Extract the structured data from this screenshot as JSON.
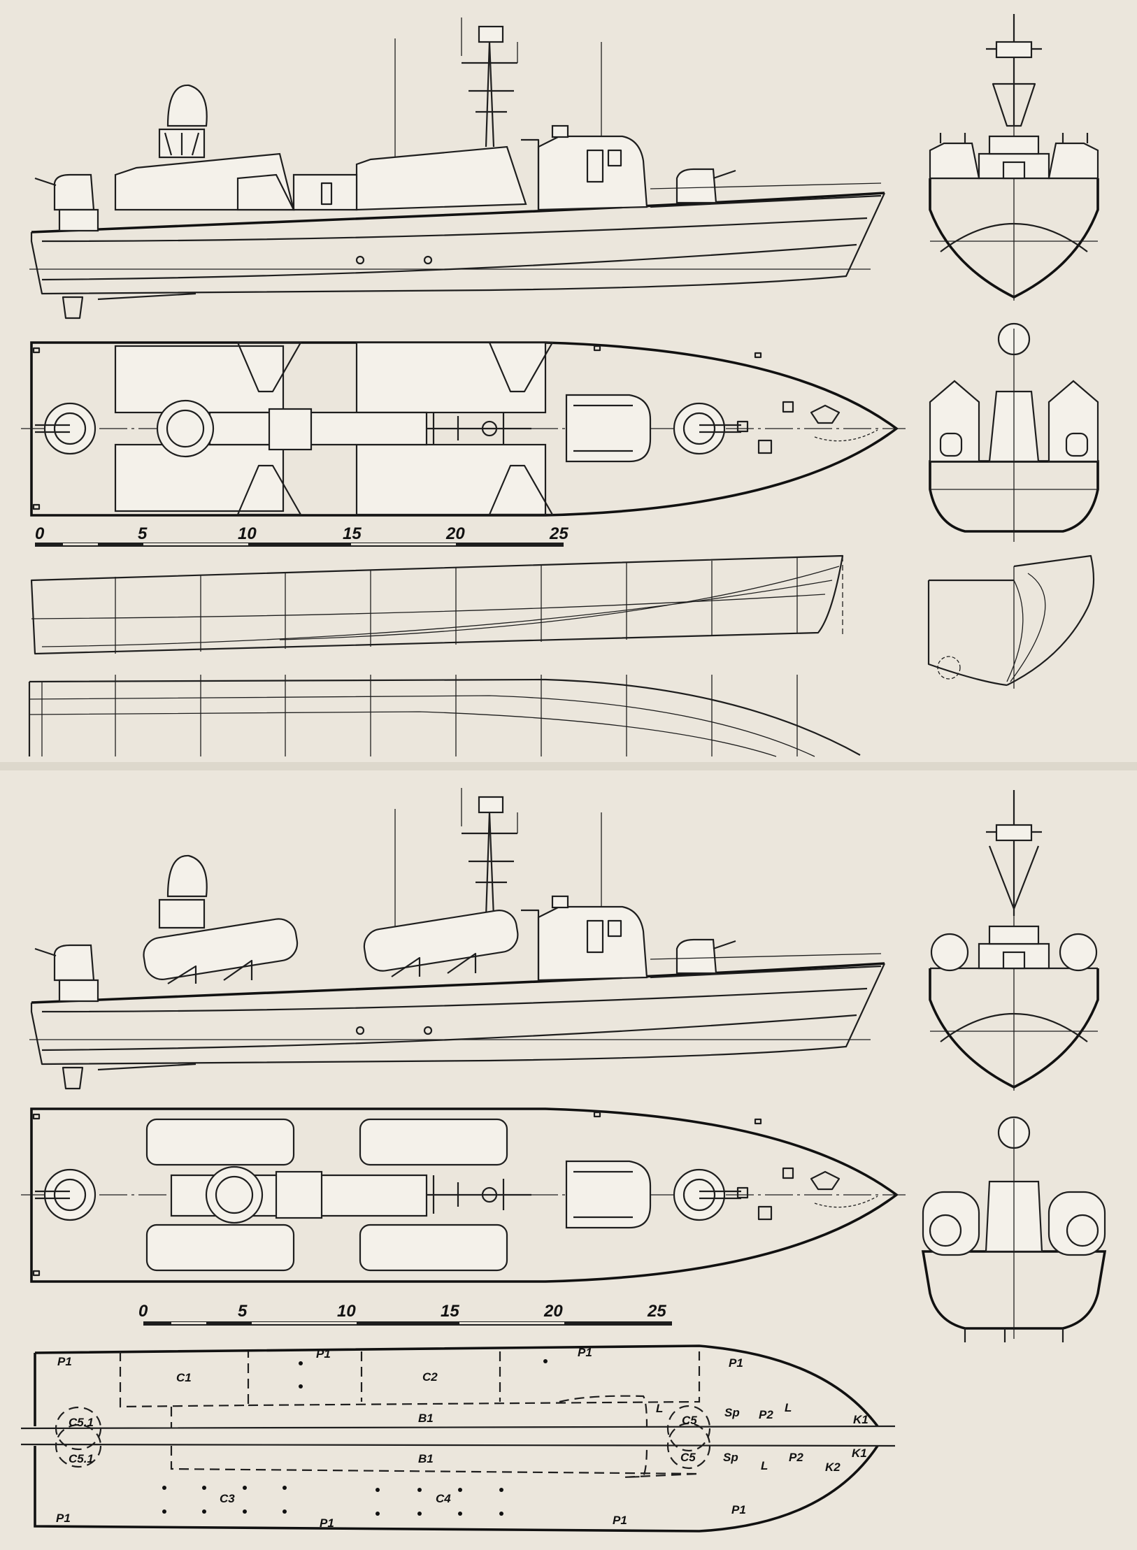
{
  "colors": {
    "paper": "#ebe6dc",
    "ink": "#1e1e1e"
  },
  "scale_top": {
    "labels": [
      "0",
      "5",
      "10",
      "15",
      "20",
      "25"
    ]
  },
  "scale_bottom": {
    "labels": [
      "0",
      "5",
      "10",
      "15",
      "20",
      "25"
    ]
  },
  "deck_labels": {
    "p1_a": "P1",
    "c1": "C1",
    "p1_b": "P1",
    "c2": "C2",
    "p1_c": "P1",
    "p1_d": "P1",
    "c51_upper": "C5.1",
    "b1_upper": "B1",
    "c5_upper": "C5",
    "sp_upper": "Sp",
    "p2_upper": "P2",
    "l_a": "L",
    "l_b": "L",
    "k1_upper": "K1",
    "c51_lower": "C5.1",
    "b1_lower": "B1",
    "c5_lower": "C5",
    "sp_lower": "Sp",
    "p2_lower": "P2",
    "l_c": "L",
    "k2": "K2",
    "k1_lower": "K1",
    "c3": "C3",
    "c4": "C4",
    "p1_e": "P1",
    "p1_f": "P1",
    "p1_g": "P1",
    "p1_h": "P1"
  }
}
